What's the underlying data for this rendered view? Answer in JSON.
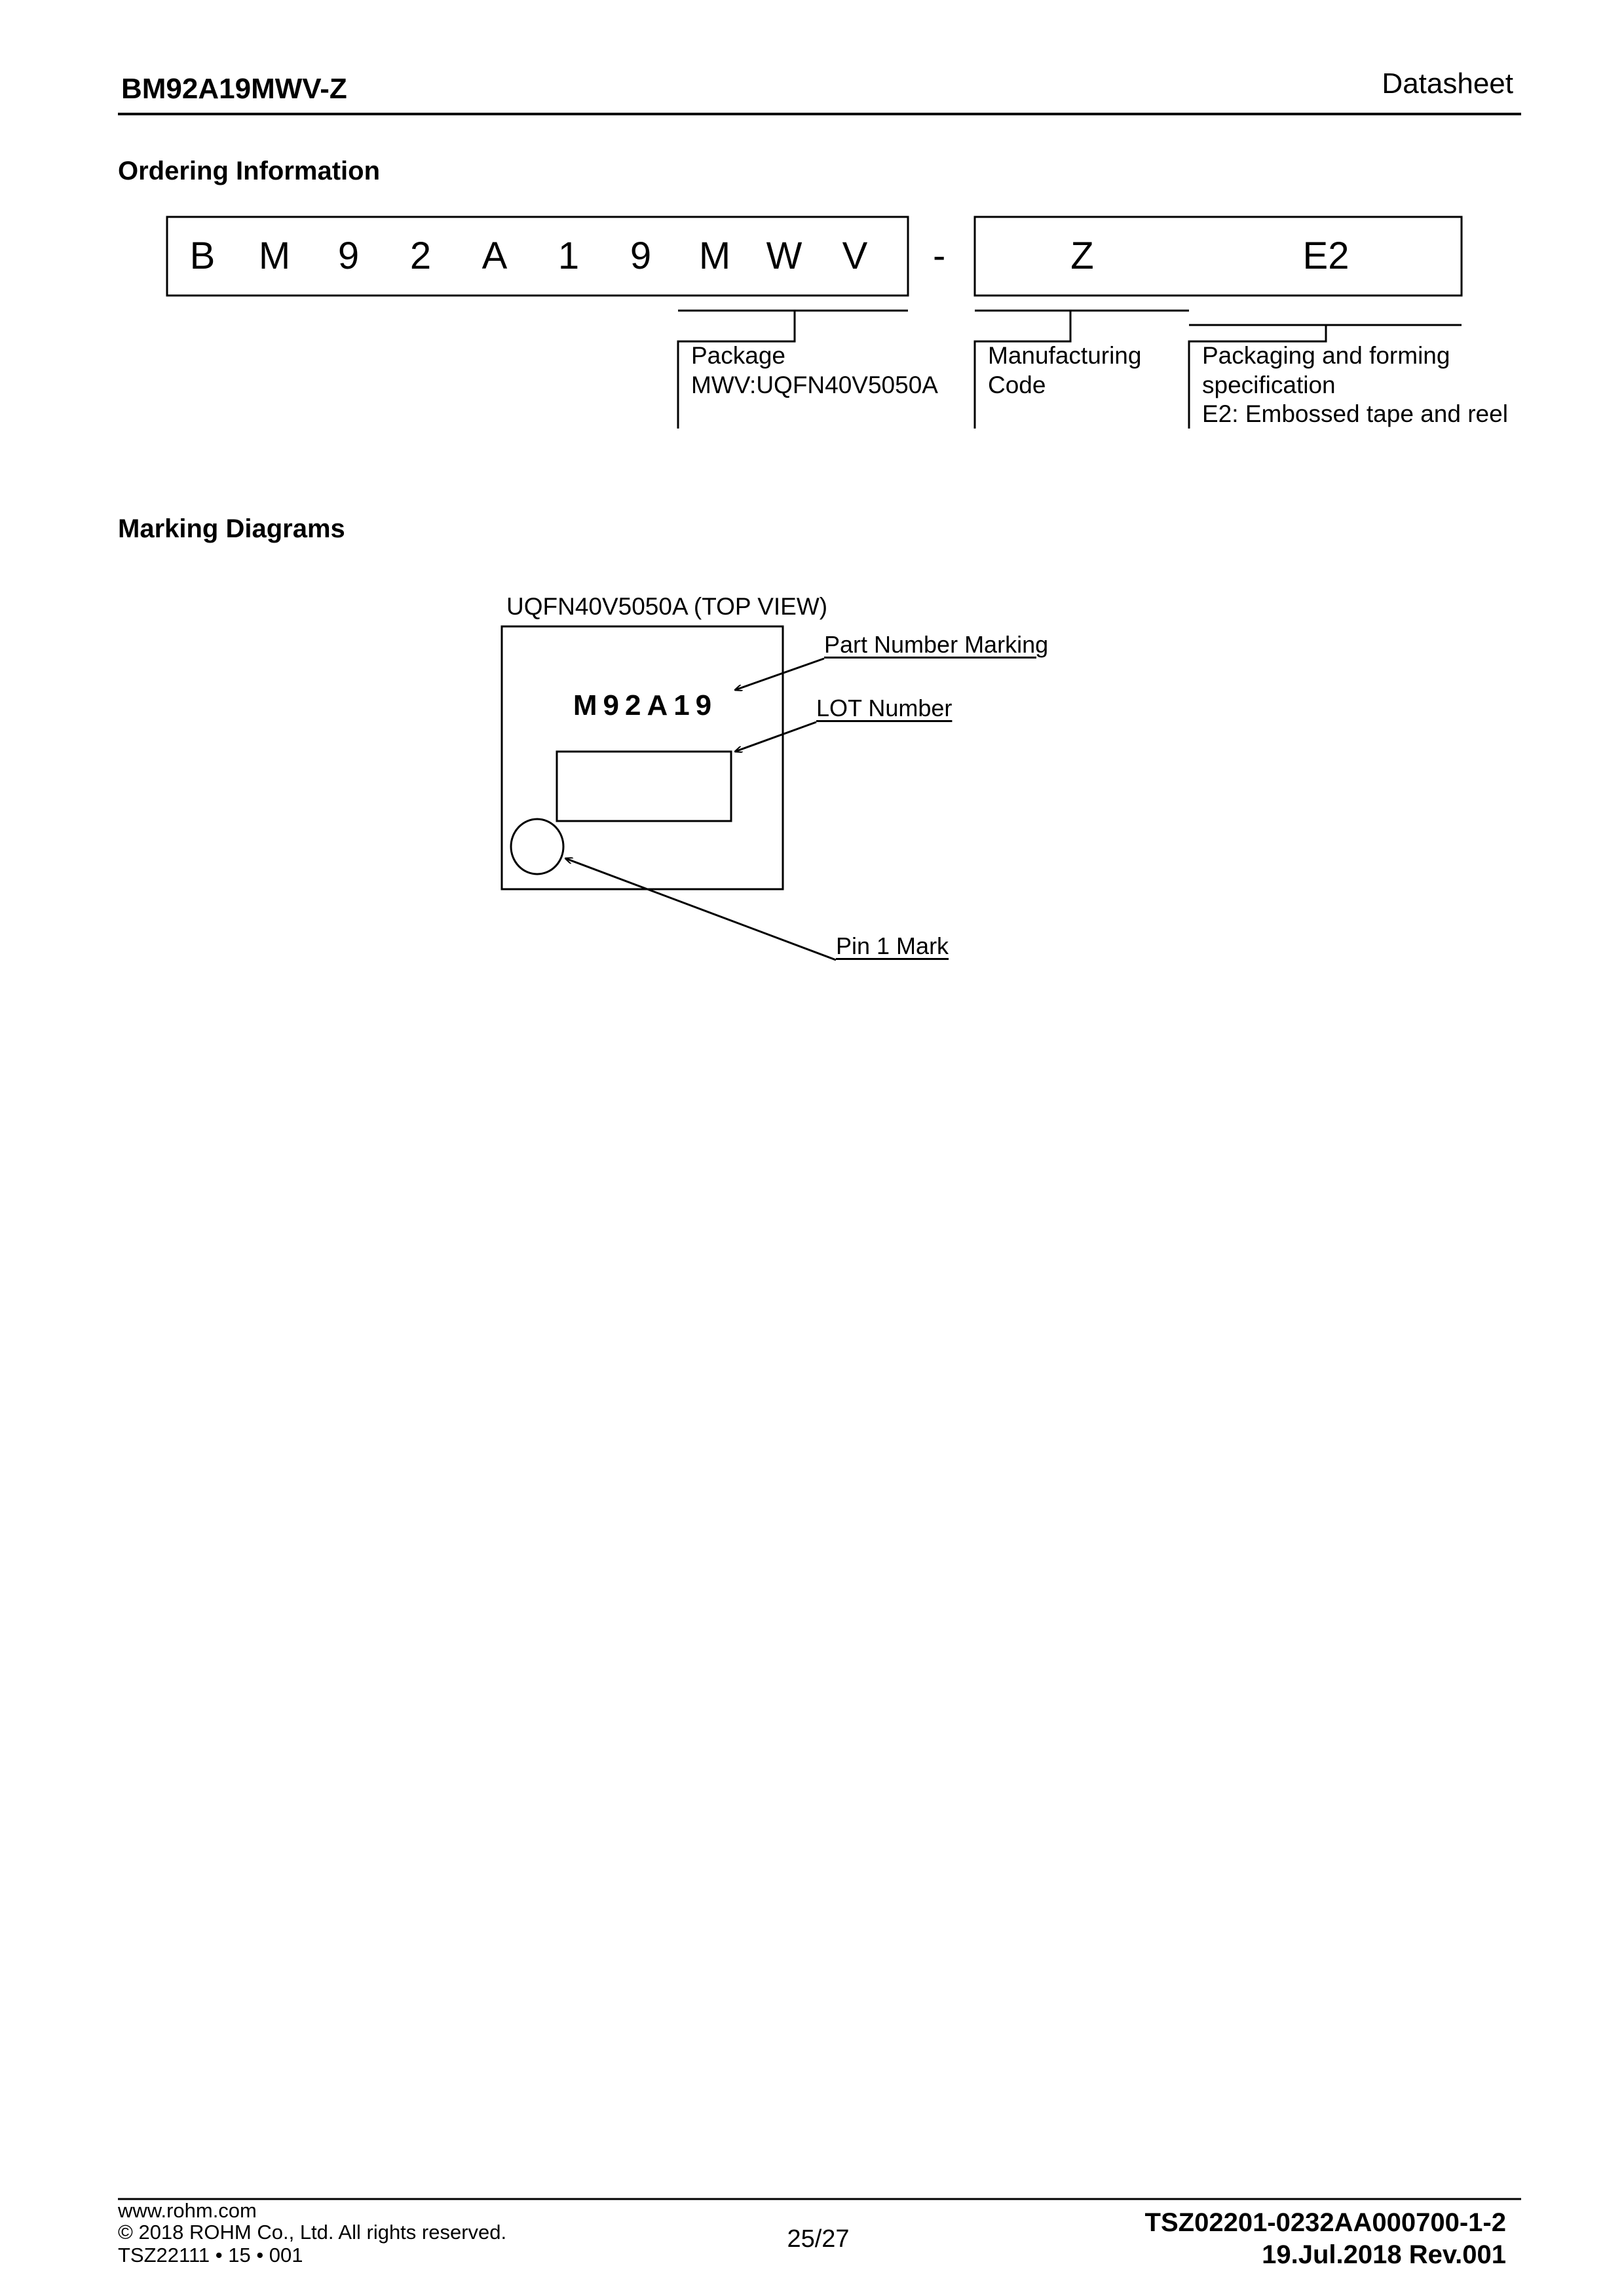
{
  "header": {
    "part_number": "BM92A19MWV-Z",
    "doc_type": "Datasheet"
  },
  "ordering": {
    "title": "Ordering Information",
    "part_chars": [
      "B",
      "M",
      "9",
      "2",
      "A",
      "1",
      "9",
      "M",
      "W",
      "V"
    ],
    "dash": "-",
    "suffix_chars": [
      "Z",
      "E2"
    ],
    "package_label": "Package",
    "package_value": "MWV:UQFN40V5050A",
    "manufacturing_line1": "Manufacturing",
    "manufacturing_line2": "Code",
    "packaging_line1": "Packaging and forming",
    "packaging_line2": "specification",
    "packaging_line3": "E2: Embossed tape and reel"
  },
  "marking": {
    "title": "Marking Diagrams",
    "package_view": "UQFN40V5050A (TOP VIEW)",
    "part_marking": "M92A19",
    "part_number_marking_label": "Part Number Marking",
    "lot_number_label": "LOT Number",
    "pin1_label": "Pin 1 Mark"
  },
  "footer": {
    "website": "www.rohm.com",
    "copyright": "© 2018 ROHM Co., Ltd. All rights reserved.",
    "form_code": "TSZ22111 • 15 • 001",
    "page": "25/27",
    "doc_number": "TSZ02201-0232AA000700-1-2",
    "revision": "19.Jul.2018 Rev.001"
  }
}
